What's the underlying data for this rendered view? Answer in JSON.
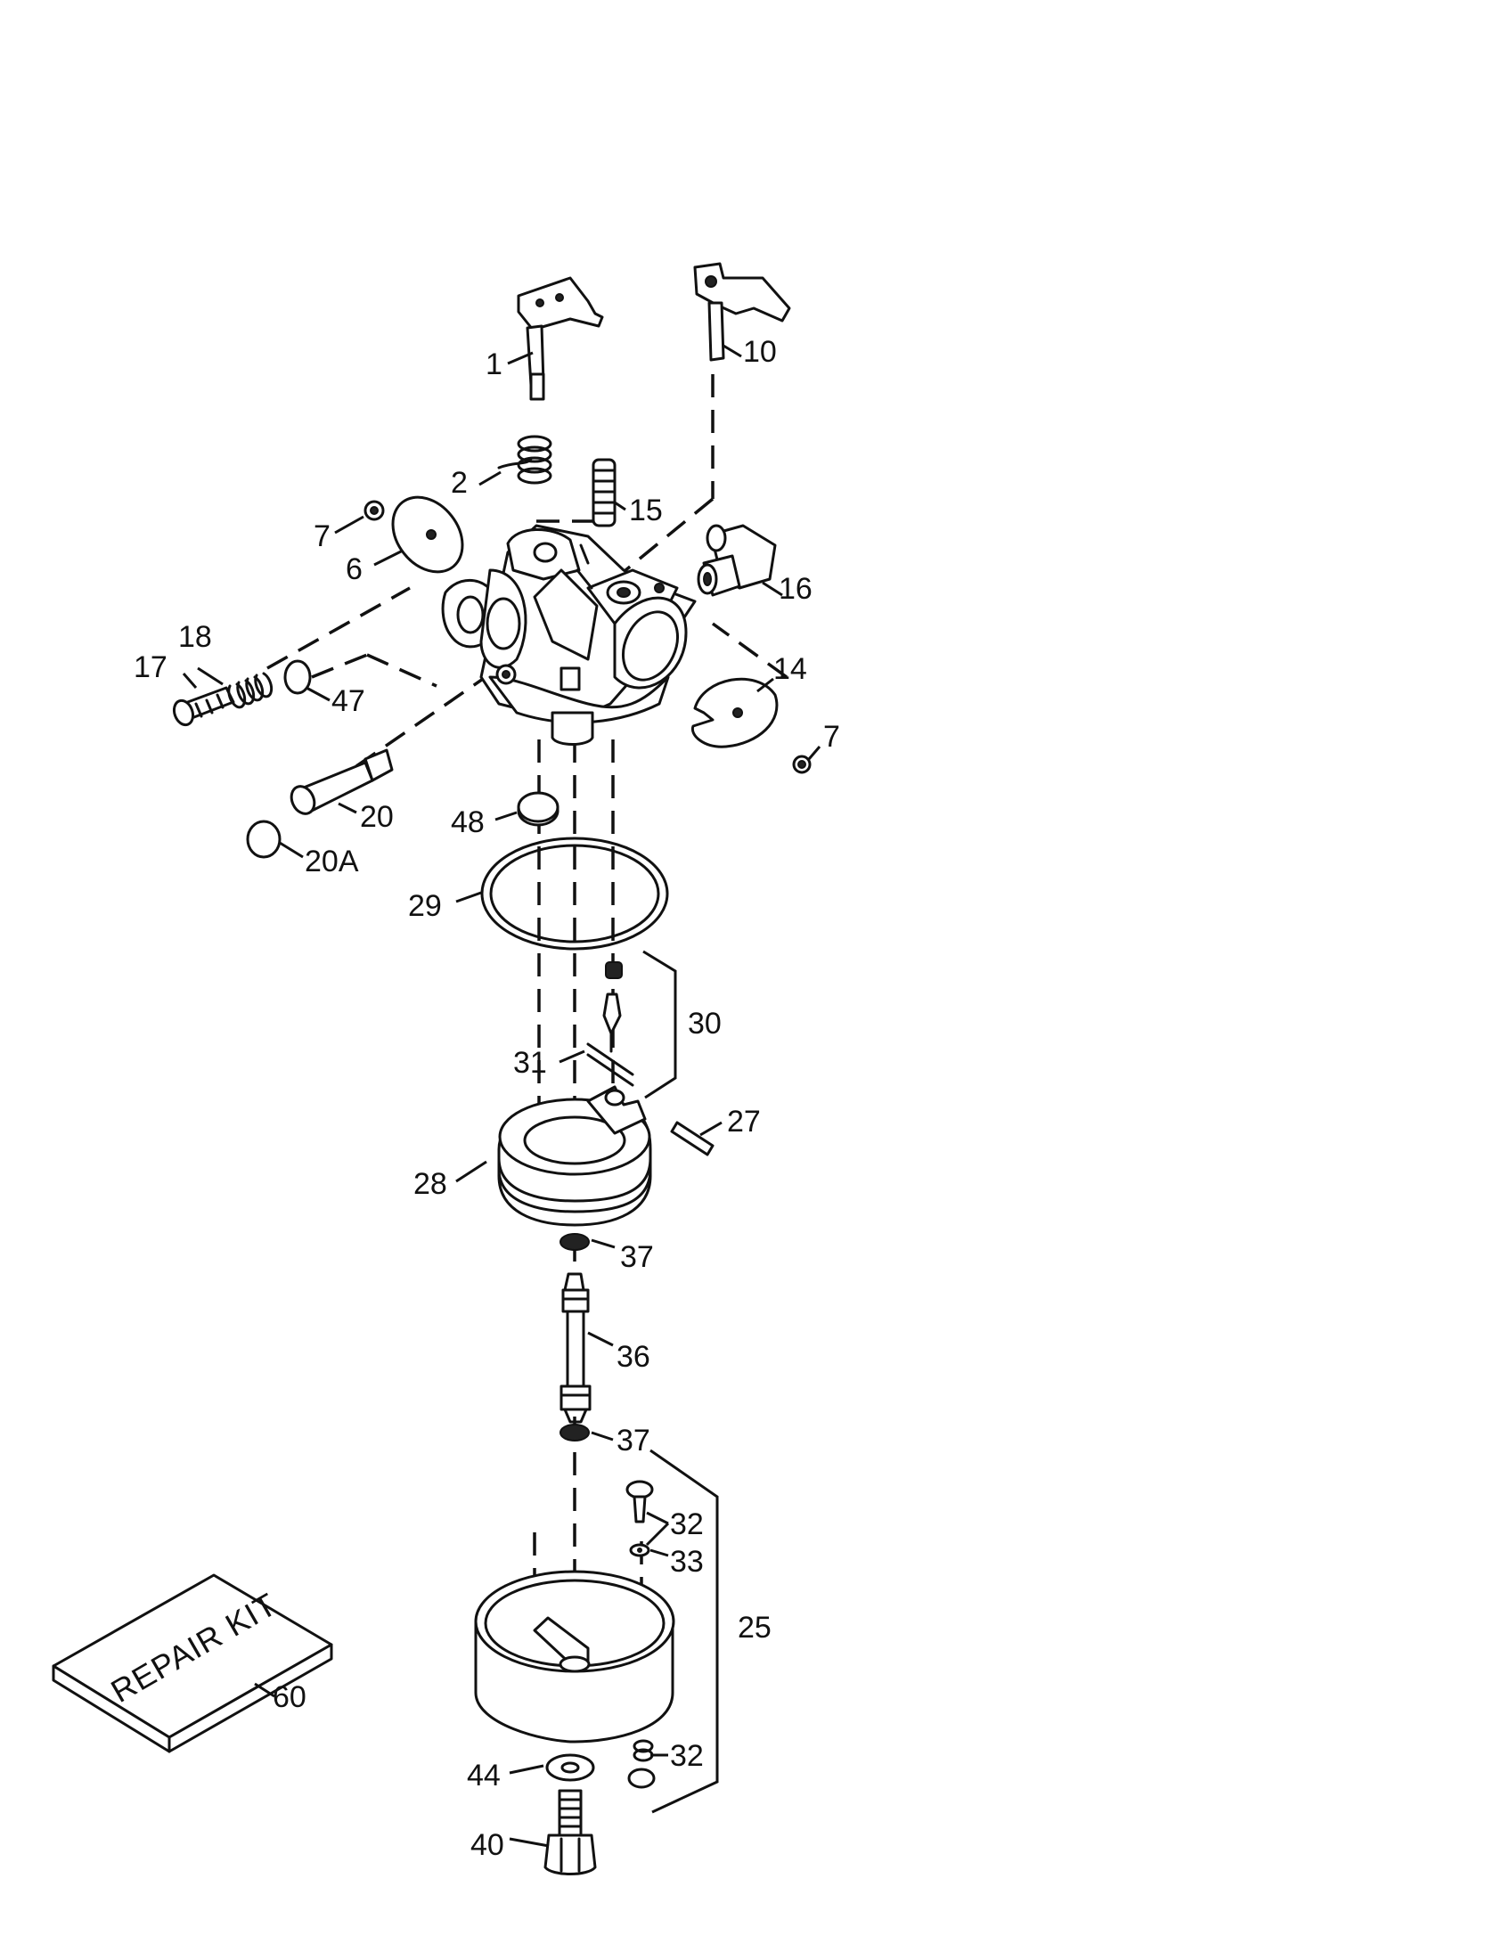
{
  "callouts": [
    {
      "id": "1",
      "label": "1"
    },
    {
      "id": "2",
      "label": "2"
    },
    {
      "id": "6",
      "label": "6"
    },
    {
      "id": "7a",
      "label": "7"
    },
    {
      "id": "7b",
      "label": "7"
    },
    {
      "id": "10",
      "label": "10"
    },
    {
      "id": "14",
      "label": "14"
    },
    {
      "id": "15",
      "label": "15"
    },
    {
      "id": "16",
      "label": "16"
    },
    {
      "id": "17",
      "label": "17"
    },
    {
      "id": "18",
      "label": "18"
    },
    {
      "id": "20",
      "label": "20"
    },
    {
      "id": "20A",
      "label": "20A"
    },
    {
      "id": "47",
      "label": "47"
    },
    {
      "id": "48",
      "label": "48"
    },
    {
      "id": "29",
      "label": "29"
    },
    {
      "id": "30",
      "label": "30"
    },
    {
      "id": "31",
      "label": "31"
    },
    {
      "id": "27",
      "label": "27"
    },
    {
      "id": "28",
      "label": "28"
    },
    {
      "id": "37a",
      "label": "37"
    },
    {
      "id": "36",
      "label": "36"
    },
    {
      "id": "37b",
      "label": "37"
    },
    {
      "id": "32a",
      "label": "32"
    },
    {
      "id": "33",
      "label": "33"
    },
    {
      "id": "25",
      "label": "25"
    },
    {
      "id": "32b",
      "label": "32"
    },
    {
      "id": "44",
      "label": "44"
    },
    {
      "id": "40",
      "label": "40"
    },
    {
      "id": "60",
      "label": "60"
    }
  ],
  "repair_kit": {
    "label": "REPAIR KIT"
  }
}
